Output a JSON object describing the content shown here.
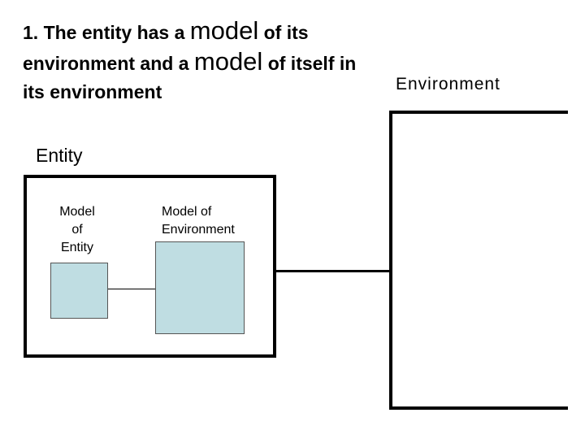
{
  "title": {
    "part1": "1. The entity has a ",
    "model_word_1": "model",
    "part2": " of its environment and a ",
    "model_word_2": "model",
    "part3": " of itself in its environment"
  },
  "environment": {
    "label": "Environment"
  },
  "entity": {
    "label": "Entity",
    "model_of_entity": {
      "line1": "Model",
      "line2": "of",
      "line3": "Entity"
    },
    "model_of_environment": {
      "line1": "Model of",
      "line2": "Environment"
    }
  },
  "colors": {
    "model_fill": "#bfdde2",
    "border": "#000000",
    "background": "#ffffff"
  }
}
